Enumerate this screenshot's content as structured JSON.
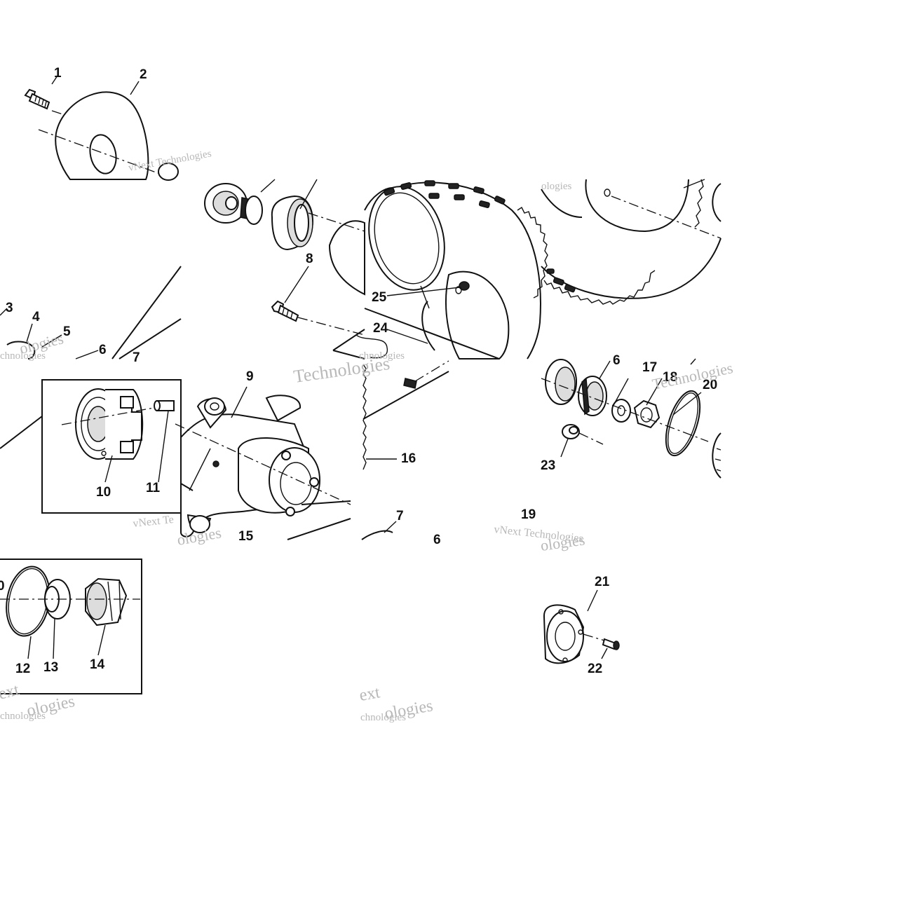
{
  "diagram": {
    "callouts": [
      {
        "id": "1",
        "text": "1"
      },
      {
        "id": "2",
        "text": "2"
      },
      {
        "id": "3",
        "text": "3"
      },
      {
        "id": "4",
        "text": "4"
      },
      {
        "id": "5",
        "text": "5"
      },
      {
        "id": "6a",
        "text": "6"
      },
      {
        "id": "7a",
        "text": "7"
      },
      {
        "id": "8",
        "text": "8"
      },
      {
        "id": "25",
        "text": "25"
      },
      {
        "id": "24",
        "text": "24"
      },
      {
        "id": "9",
        "text": "9"
      },
      {
        "id": "10",
        "text": "10"
      },
      {
        "id": "11",
        "text": "11"
      },
      {
        "id": "15",
        "text": "15"
      },
      {
        "id": "16",
        "text": "16"
      },
      {
        "id": "7b",
        "text": "7"
      },
      {
        "id": "6b",
        "text": "6"
      },
      {
        "id": "6c",
        "text": "6"
      },
      {
        "id": "17",
        "text": "17"
      },
      {
        "id": "18",
        "text": "18"
      },
      {
        "id": "20",
        "text": "20"
      },
      {
        "id": "23",
        "text": "23"
      },
      {
        "id": "19",
        "text": "19"
      },
      {
        "id": "12",
        "text": "12"
      },
      {
        "id": "13",
        "text": "13"
      },
      {
        "id": "14",
        "text": "14"
      },
      {
        "id": "21",
        "text": "21"
      },
      {
        "id": "22",
        "text": "22"
      },
      {
        "id": "0",
        "text": "0"
      }
    ],
    "watermark": {
      "brand_a": "vNext Technologies",
      "brand_b": "Technologies",
      "frag_next": "ext",
      "frag_chnologies": "chnologies",
      "frag_ologies": "ologies",
      "frag_te": "vNext Te"
    },
    "colors": {
      "ink": "#111111",
      "watermark": "#b8b8b8",
      "background": "#ffffff"
    }
  }
}
